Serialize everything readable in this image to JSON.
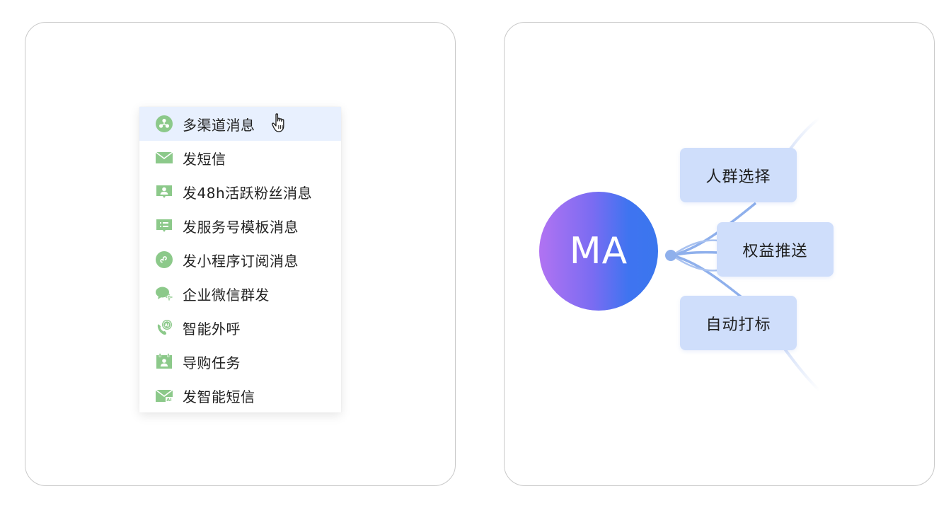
{
  "menu": {
    "items": [
      {
        "label": "多渠道消息",
        "icon": "channels-icon",
        "active": true
      },
      {
        "label": "发短信",
        "icon": "envelope-icon",
        "active": false
      },
      {
        "label": "发48h活跃粉丝消息",
        "icon": "fan-message-icon",
        "active": false
      },
      {
        "label": "发服务号模板消息",
        "icon": "template-message-icon",
        "active": false
      },
      {
        "label": "发小程序订阅消息",
        "icon": "mini-program-icon",
        "active": false
      },
      {
        "label": "企业微信群发",
        "icon": "wechat-work-icon",
        "active": false
      },
      {
        "label": "智能外呼",
        "icon": "ai-phone-icon",
        "active": false
      },
      {
        "label": "导购任务",
        "icon": "task-calendar-icon",
        "active": false
      },
      {
        "label": "发智能短信",
        "icon": "ai-mail-icon",
        "active": false
      }
    ]
  },
  "diagram": {
    "center_label": "MA",
    "nodes": [
      {
        "label": "人群选择"
      },
      {
        "label": "权益推送"
      },
      {
        "label": "自动打标"
      }
    ]
  },
  "colors": {
    "icon_green": "#8cc98a",
    "active_row": "#e8f0fe",
    "node_bg": "#cfdefb",
    "line_blue": "#8fb0ec",
    "gradient_start": "#b173f2",
    "gradient_end": "#3a76ee"
  }
}
